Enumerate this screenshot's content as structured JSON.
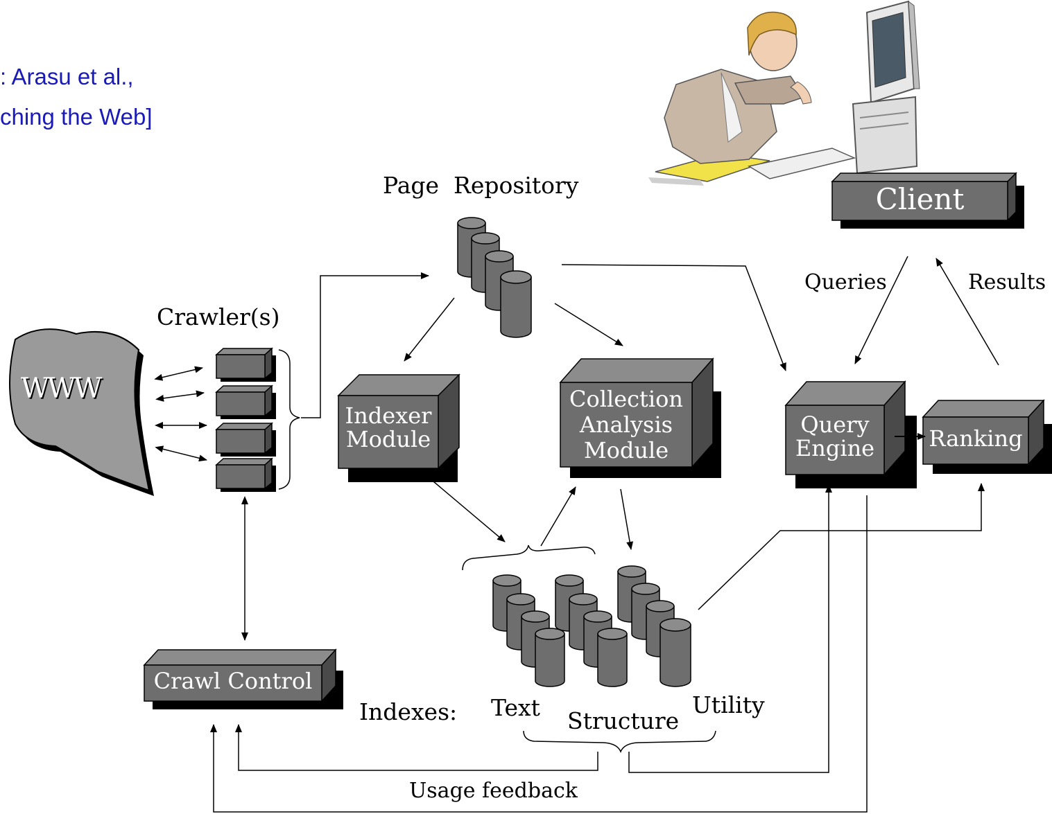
{
  "citation": {
    "line1": ": Arasu et al.,",
    "line2": "ching the Web]"
  },
  "www": {
    "label": "WWW"
  },
  "crawlers": {
    "label": "Crawler(s)"
  },
  "repository": {
    "label": "Page  Repository"
  },
  "indexer": {
    "line1": "Indexer",
    "line2": "Module"
  },
  "collection": {
    "line1": "Collection",
    "line2": "Analysis",
    "line3": "Module"
  },
  "query_engine": {
    "line1": "Query",
    "line2": "Engine"
  },
  "ranking": {
    "label": "Ranking"
  },
  "client": {
    "label": "Client"
  },
  "crawl_control": {
    "label": "Crawl Control"
  },
  "flow": {
    "queries": "Queries",
    "results": "Results",
    "usage_feedback": "Usage feedback"
  },
  "indexes": {
    "label": "Indexes:",
    "text": "Text",
    "structure": "Structure",
    "utility": "Utility"
  },
  "colors": {
    "box_face": "#6e6e6e",
    "box_top": "#8c8c8c",
    "box_side": "#4a4a4a",
    "box_shadow": "#000000",
    "cloud": "#9a9a9a",
    "citation": "#1a1ab8"
  }
}
